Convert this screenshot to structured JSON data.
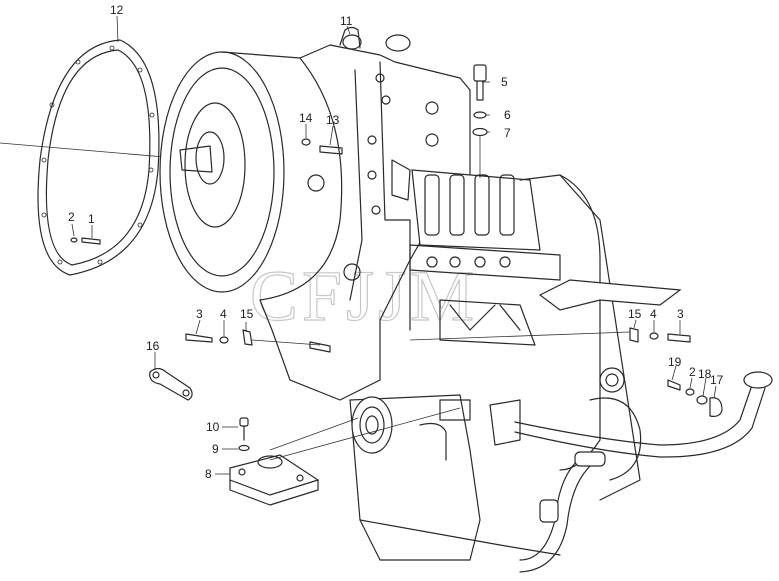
{
  "diagram": {
    "watermark": "CFJJM",
    "callouts": [
      {
        "id": "c12",
        "text": "12"
      },
      {
        "id": "c11",
        "text": "11"
      },
      {
        "id": "c5",
        "text": "5"
      },
      {
        "id": "c6",
        "text": "6"
      },
      {
        "id": "c7",
        "text": "7"
      },
      {
        "id": "c14",
        "text": "14"
      },
      {
        "id": "c13",
        "text": "13"
      },
      {
        "id": "c2a",
        "text": "2"
      },
      {
        "id": "c1",
        "text": "1"
      },
      {
        "id": "c3a",
        "text": "3"
      },
      {
        "id": "c4a",
        "text": "4"
      },
      {
        "id": "c15a",
        "text": "15"
      },
      {
        "id": "c15b",
        "text": "15"
      },
      {
        "id": "c4b",
        "text": "4"
      },
      {
        "id": "c3b",
        "text": "3"
      },
      {
        "id": "c16",
        "text": "16"
      },
      {
        "id": "c19",
        "text": "19"
      },
      {
        "id": "c2b",
        "text": "2"
      },
      {
        "id": "c18",
        "text": "18"
      },
      {
        "id": "c17",
        "text": "17"
      },
      {
        "id": "c10",
        "text": "10"
      },
      {
        "id": "c9",
        "text": "9"
      },
      {
        "id": "c8",
        "text": "8"
      }
    ]
  }
}
